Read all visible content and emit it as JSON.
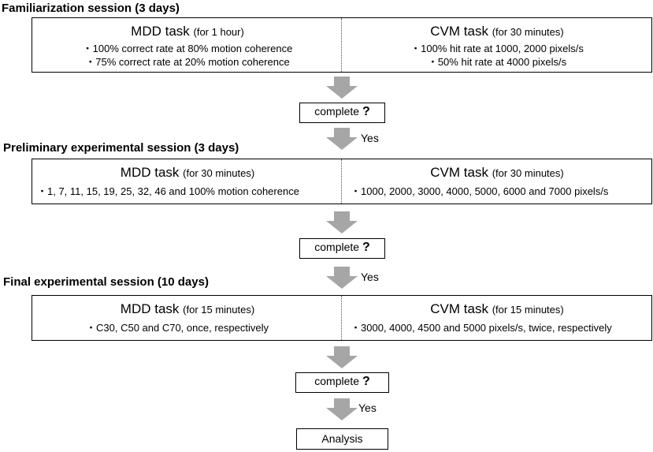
{
  "sessions": [
    {
      "title": "Familiarization session (3 days)",
      "left": {
        "task": "MDD task",
        "duration": "(for 1 hour)",
        "bullets": [
          "・100% correct rate at 80% motion coherence",
          "・75% correct rate at 20% motion coherence"
        ]
      },
      "right": {
        "task": "CVM task",
        "duration": "(for 30 minutes)",
        "bullets": [
          "・100% hit rate at 1000, 2000 pixels/s",
          "・50% hit rate at 4000 pixels/s"
        ]
      },
      "check": "complete",
      "check_mark": "?",
      "yes": "Yes"
    },
    {
      "title": "Preliminary experimental session (3 days)",
      "left": {
        "task": "MDD task",
        "duration": "(for 30 minutes)",
        "bullets": [
          "・1, 7, 11, 15, 19, 25, 32, 46 and 100% motion coherence"
        ]
      },
      "right": {
        "task": "CVM task",
        "duration": "(for 30 minutes)",
        "bullets": [
          "・1000, 2000, 3000, 4000, 5000, 6000 and 7000 pixels/s"
        ]
      },
      "check": "complete",
      "check_mark": "?",
      "yes": "Yes"
    },
    {
      "title": "Final experimental session (10 days)",
      "left": {
        "task": "MDD task",
        "duration": "(for 15 minutes)",
        "bullets": [
          "・C30, C50 and C70, once, respectively"
        ]
      },
      "right": {
        "task": "CVM task",
        "duration": "(for 15 minutes)",
        "bullets": [
          "・3000, 4000, 4500 and 5000 pixels/s, twice, respectively"
        ]
      },
      "check": "complete",
      "check_mark": "?",
      "yes": "Yes"
    }
  ],
  "final_box": "Analysis",
  "colors": {
    "arrow": "#a6a6a6",
    "border": "#000000",
    "text": "#000000"
  }
}
